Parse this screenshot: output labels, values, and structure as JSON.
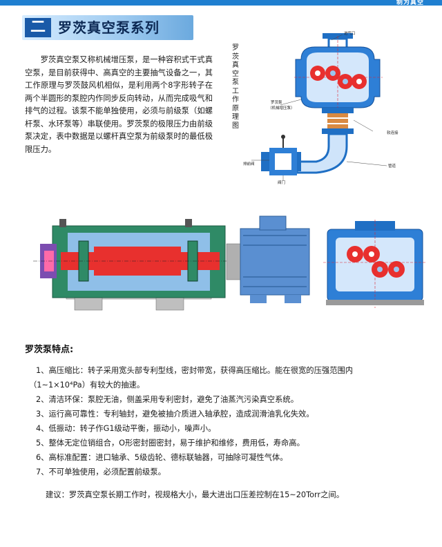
{
  "header": {
    "brand": "制为真空",
    "section_num": "二",
    "section_title": "罗茨真空泵系列"
  },
  "intro": "罗茨真空泵又称机械增压泵，是一种容积式干式真空泵，是目前获得中、高真空的主要抽气设备之一，其工作原理与罗茨鼓风机相似，是利用两个8字形转子在两个半圆形的泵腔内作同步反向转动，从而完成吸气和排气的过程。该泵不能单独使用，必须与前级泵（如螺杆泵、水环泵等）串联使用。罗茨泵的极限压力由前级泵决定，表中数据是以螺杆真空泵为前级泵时的最低极限压力。",
  "diagram": {
    "caption": "罗茨真空泵工作原理图",
    "label_inlet": "进气口",
    "label_roots_line1": "罗茨泵",
    "label_roots_line2": "（机械增压泵）",
    "label_soft": "软连接",
    "label_valve": "排前阀",
    "label_pipe": "管道",
    "label_gate": "阀门"
  },
  "features": {
    "title": "罗茨泵特点:",
    "items": [
      {
        "main": "1、高压缩比：转子采用宽头部专利型线，密封带宽，获得高压缩比。能在很宽的压强范围内",
        "cont": "（1~1×10⁴Pa）有较大的抽速。"
      },
      {
        "main": "2、清洁环保：泵腔无油，侧盖采用专利密封，避免了油蒸汽污染真空系统。"
      },
      {
        "main": "3、运行高可靠性：专利轴封，避免被抽介质进入轴承腔，造成润滑油乳化失效。"
      },
      {
        "main": "4、低振动：转子作G1级动平衡，振动小，噪声小。"
      },
      {
        "main": "5、整体无定位销组合，O形密封圈密封，易于维护和维修，费用低，寿命高。"
      },
      {
        "main": "6、高标准配置：进口轴承、5级齿轮、德标联轴器，可抽除可凝性气体。"
      },
      {
        "main": "7、不可单独使用，必须配置前级泵。"
      }
    ],
    "advice": "建议：罗茨真空泵长期工作时，视规格大小，最大进出口压差控制在15~20Torr之间。"
  },
  "colors": {
    "accent_blue": "#1f7fd0",
    "pump_blue": "#2e7fd6",
    "rotor_red": "#e8302e",
    "body_green": "#2f8a66"
  }
}
